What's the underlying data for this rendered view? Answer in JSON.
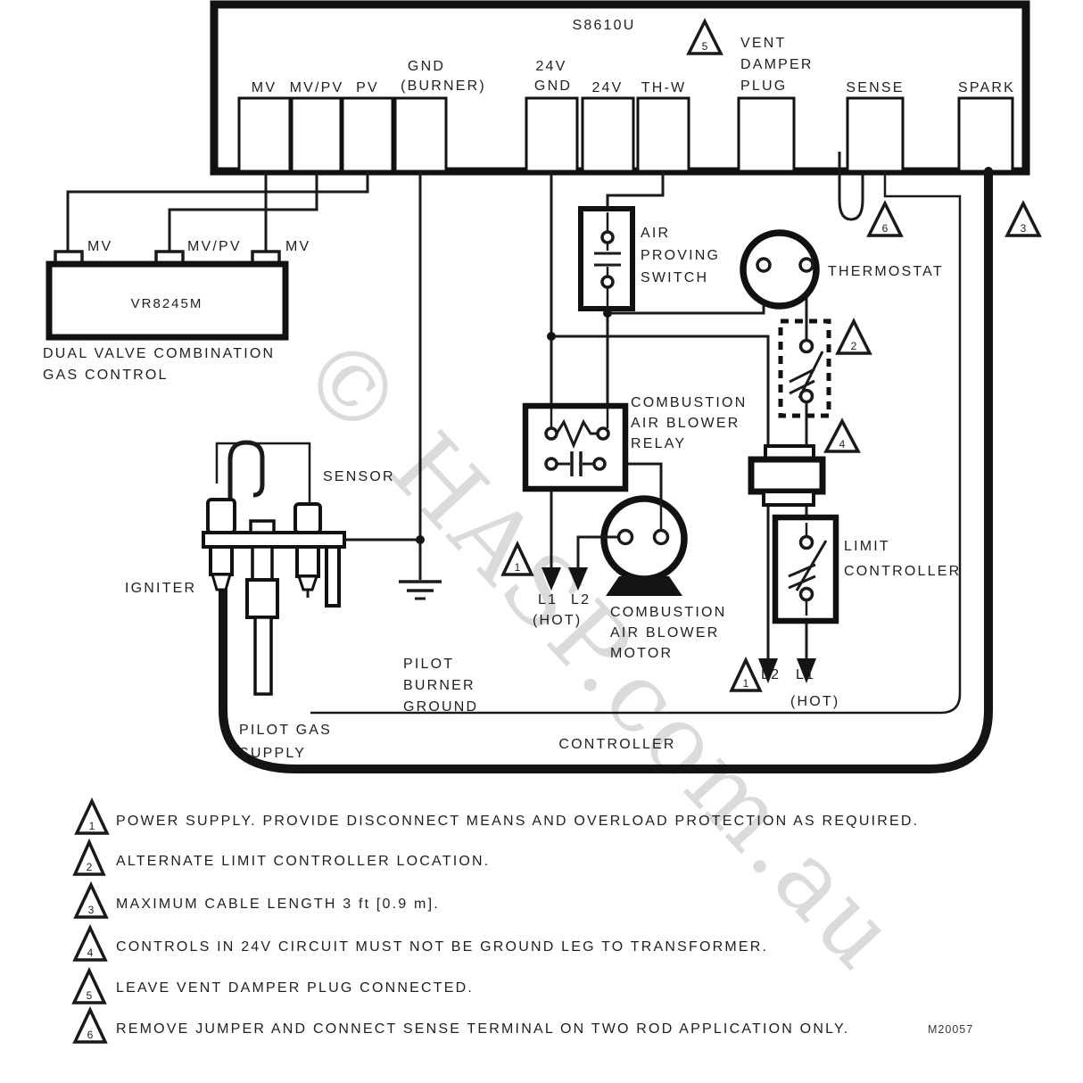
{
  "module": {
    "model": "S8610U"
  },
  "watermark": "© HASP.com.au",
  "doc_number": "M20057",
  "strip_terminals": {
    "mv": "MV",
    "mv_pv": "MV/PV",
    "pv": "PV",
    "gnd_line1": "GND",
    "gnd_line2": "(BURNER)",
    "v24gnd_line1": "24V",
    "v24gnd_line2": "GND",
    "v24": "24V",
    "th_w": "TH-W",
    "vent_line1": "VENT",
    "vent_line2": "DAMPER",
    "vent_line3": "PLUG",
    "sense": "SENSE",
    "spark": "SPARK"
  },
  "valve": {
    "model": "VR8245M",
    "t1": "MV",
    "t2": "MV/PV",
    "t3": "MV",
    "caption_line1": "DUAL VALVE COMBINATION",
    "caption_line2": "GAS CONTROL"
  },
  "labels": {
    "air_switch_line1": "AIR",
    "air_switch_line2": "PROVING",
    "air_switch_line3": "SWITCH",
    "thermostat": "THERMOSTAT",
    "relay_line1": "COMBUSTION",
    "relay_line2": "AIR BLOWER",
    "relay_line3": "RELAY",
    "motor_line1": "COMBUSTION",
    "motor_line2": "AIR BLOWER",
    "motor_line3": "MOTOR",
    "limit_line1": "LIMIT",
    "limit_line2": "CONTROLLER",
    "sensor": "SENSOR",
    "igniter": "IGNITER",
    "pilot_ground_line1": "PILOT",
    "pilot_ground_line2": "BURNER",
    "pilot_ground_line3": "GROUND",
    "pilot_gas_line1": "PILOT GAS",
    "pilot_gas_line2": "SUPPLY",
    "controller": "CONTROLLER",
    "left_l1": "L1",
    "left_l2": "L2",
    "left_hot": "(HOT)",
    "right_l2": "L2",
    "right_l1": "L1",
    "right_hot": "(HOT)"
  },
  "callouts": {
    "c1": "1",
    "c2": "2",
    "c3": "3",
    "c4": "4",
    "c5": "5",
    "c6": "6"
  },
  "notes": [
    {
      "num": "1",
      "text": "POWER SUPPLY. PROVIDE DISCONNECT MEANS AND OVERLOAD PROTECTION AS REQUIRED."
    },
    {
      "num": "2",
      "text": "ALTERNATE LIMIT CONTROLLER LOCATION."
    },
    {
      "num": "3",
      "text": "MAXIMUM CABLE LENGTH 3 ft [0.9 m]."
    },
    {
      "num": "4",
      "text": "CONTROLS IN 24V CIRCUIT MUST NOT BE GROUND LEG TO TRANSFORMER."
    },
    {
      "num": "5",
      "text": "LEAVE VENT DAMPER PLUG CONNECTED."
    },
    {
      "num": "6",
      "text": "REMOVE JUMPER AND CONNECT SENSE TERMINAL ON TWO ROD APPLICATION ONLY."
    }
  ]
}
